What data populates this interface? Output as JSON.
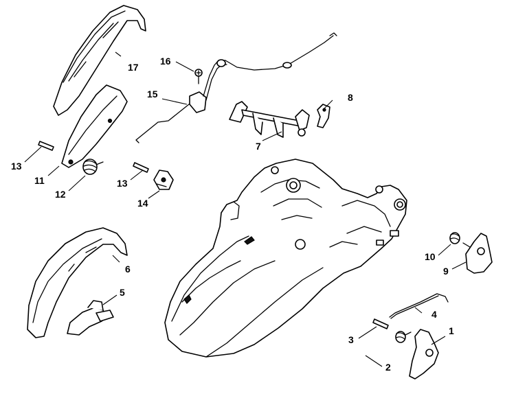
{
  "callouts": {
    "c1": "1",
    "c2": "2",
    "c3": "3",
    "c4": "4",
    "c5": "5",
    "c6": "6",
    "c7": "7",
    "c8": "8",
    "c9": "9",
    "c10": "10",
    "c11": "11",
    "c12": "12",
    "c13a": "13",
    "c13b": "13",
    "c14": "14",
    "c15": "15",
    "c16": "16",
    "c17": "17"
  }
}
